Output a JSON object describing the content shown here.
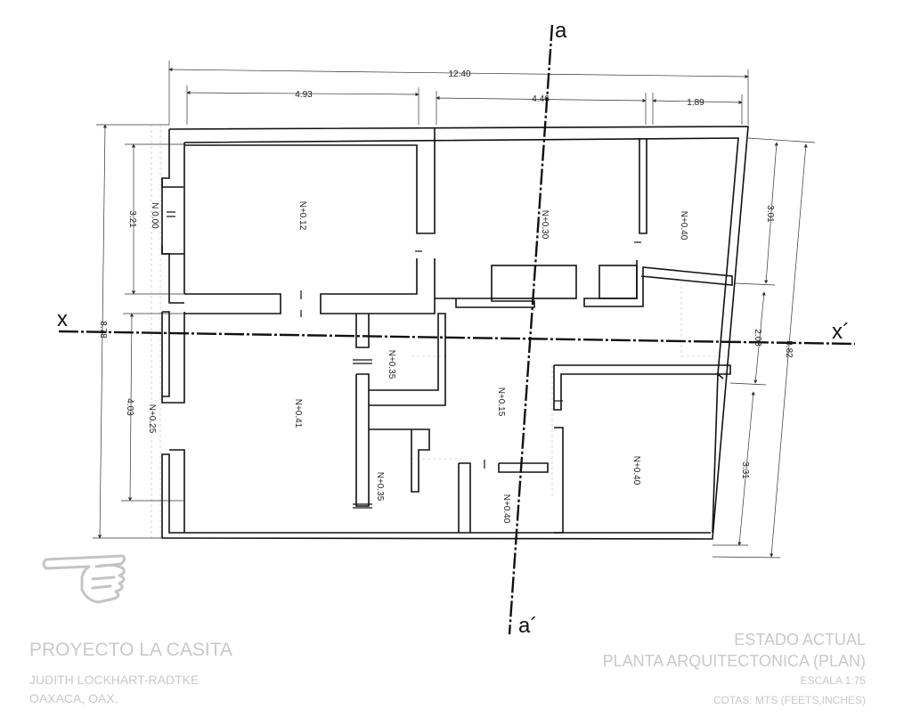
{
  "plan": {
    "dimensions": {
      "total_width": "12.40",
      "room1_width": "4.93",
      "room2_width": "4.46",
      "room3_width": "1.89",
      "left_total": "8.78",
      "left_upper": "3.21",
      "left_lower": "4.03",
      "right_total": "8.82",
      "right_upper": "3.01",
      "right_middle": "2.08",
      "right_lower": "3.31"
    },
    "levels": {
      "top_left": "N+0.12",
      "top_middle": "N+0.30",
      "top_right": "N+0.40",
      "left_upper": "N 0.00",
      "left_lower": "N+0.25",
      "bottom_left": "N+0.41",
      "hall_upper": "N+0.35",
      "hall_lower": "N+0.35",
      "center": "N+0.15",
      "small_bottom": "N+0.40",
      "bottom_right": "N+0.40"
    },
    "section_lines": {
      "a_top": "a",
      "a_bottom": "a´",
      "x_left": "x",
      "x_right": "x´"
    }
  },
  "title_block": {
    "project": "PROYECTO LA CASITA",
    "author": "JUDITH LOCKHART-RADTKE",
    "location": "OAXACA, OAX.",
    "status": "ESTADO ACTUAL",
    "drawing": "PLANTA ARQUITECTONICA (PLAN)",
    "scale": "ESCALA 1:75",
    "units": "COTAS:  MTS (FEETS,INCHES)"
  },
  "colors": {
    "ink": "#111111",
    "title_text": "#c9c9c9",
    "hand_outline": "#c4c4c4"
  }
}
